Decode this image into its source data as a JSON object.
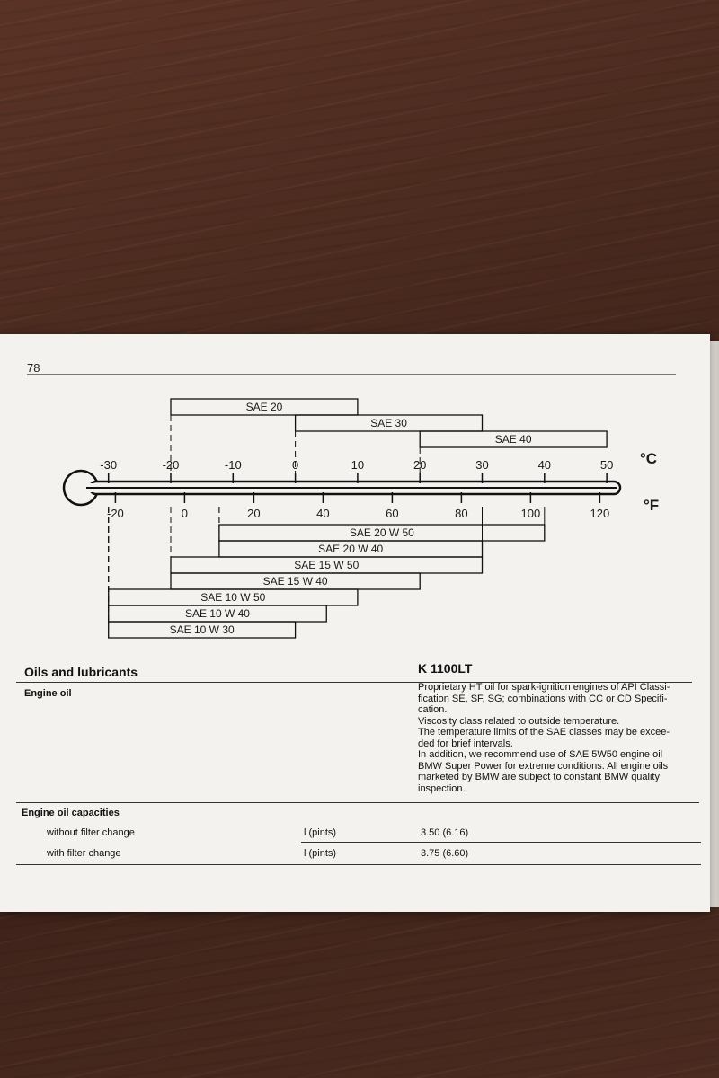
{
  "page": {
    "number": "78"
  },
  "chart_data": {
    "type": "range-bars",
    "celsius_ticks": [
      "-30",
      "-20",
      "-10",
      "0",
      "10",
      "20",
      "30",
      "40",
      "50"
    ],
    "celsius_unit": "°C",
    "fahrenheit_ticks": [
      "-20",
      "0",
      "20",
      "40",
      "60",
      "80",
      "100",
      "120"
    ],
    "fahrenheit_unit": "°F",
    "celsius_bars": [
      {
        "name": "SAE 20",
        "from_c": -20,
        "to_c": 10
      },
      {
        "name": "SAE 30",
        "from_c": 0,
        "to_c": 30
      },
      {
        "name": "SAE 40",
        "from_c": 20,
        "to_c": 50
      }
    ],
    "fahrenheit_bars": [
      {
        "name": "SAE 20 W 50",
        "from_f": 10,
        "to_f": 104
      },
      {
        "name": "SAE 20 W 40",
        "from_f": 10,
        "to_f": 86
      },
      {
        "name": "SAE 15 W 50",
        "from_f": -4,
        "to_f": 86
      },
      {
        "name": "SAE 15 W 40",
        "from_f": -4,
        "to_f": 68
      },
      {
        "name": "SAE 10 W 50",
        "from_f": -22,
        "to_f": 50
      },
      {
        "name": "SAE 10 W 40",
        "from_f": -22,
        "to_f": 41
      },
      {
        "name": "SAE 10 W 30",
        "from_f": -22,
        "to_f": 32
      }
    ]
  },
  "oils": {
    "section_title": "Oils and lubricants",
    "model": "K 1100LT",
    "engine_oil_label": "Engine oil",
    "engine_oil_lines": [
      "Proprietary HT oil for spark-ignition engines of API Classi-",
      "fication SE, SF, SG; combinations with CC or CD Specifi-",
      "cation.",
      "Viscosity class related to outside temperature.",
      "The temperature limits of the SAE classes may be excee-",
      "ded for brief intervals.",
      "In addition, we recommend use of SAE 5W50 engine oil",
      "BMW Super Power for extreme conditions. All engine oils",
      "marketed by BMW are subject to constant BMW quality",
      "inspection."
    ]
  },
  "capacities": {
    "title": "Engine oil capacities",
    "rows": [
      {
        "label": "without filter change",
        "unit": "l (pints)",
        "value": "3.50 (6.16)"
      },
      {
        "label": "with filter change",
        "unit": "l (pints)",
        "value": "3.75 (6.60)"
      }
    ]
  }
}
